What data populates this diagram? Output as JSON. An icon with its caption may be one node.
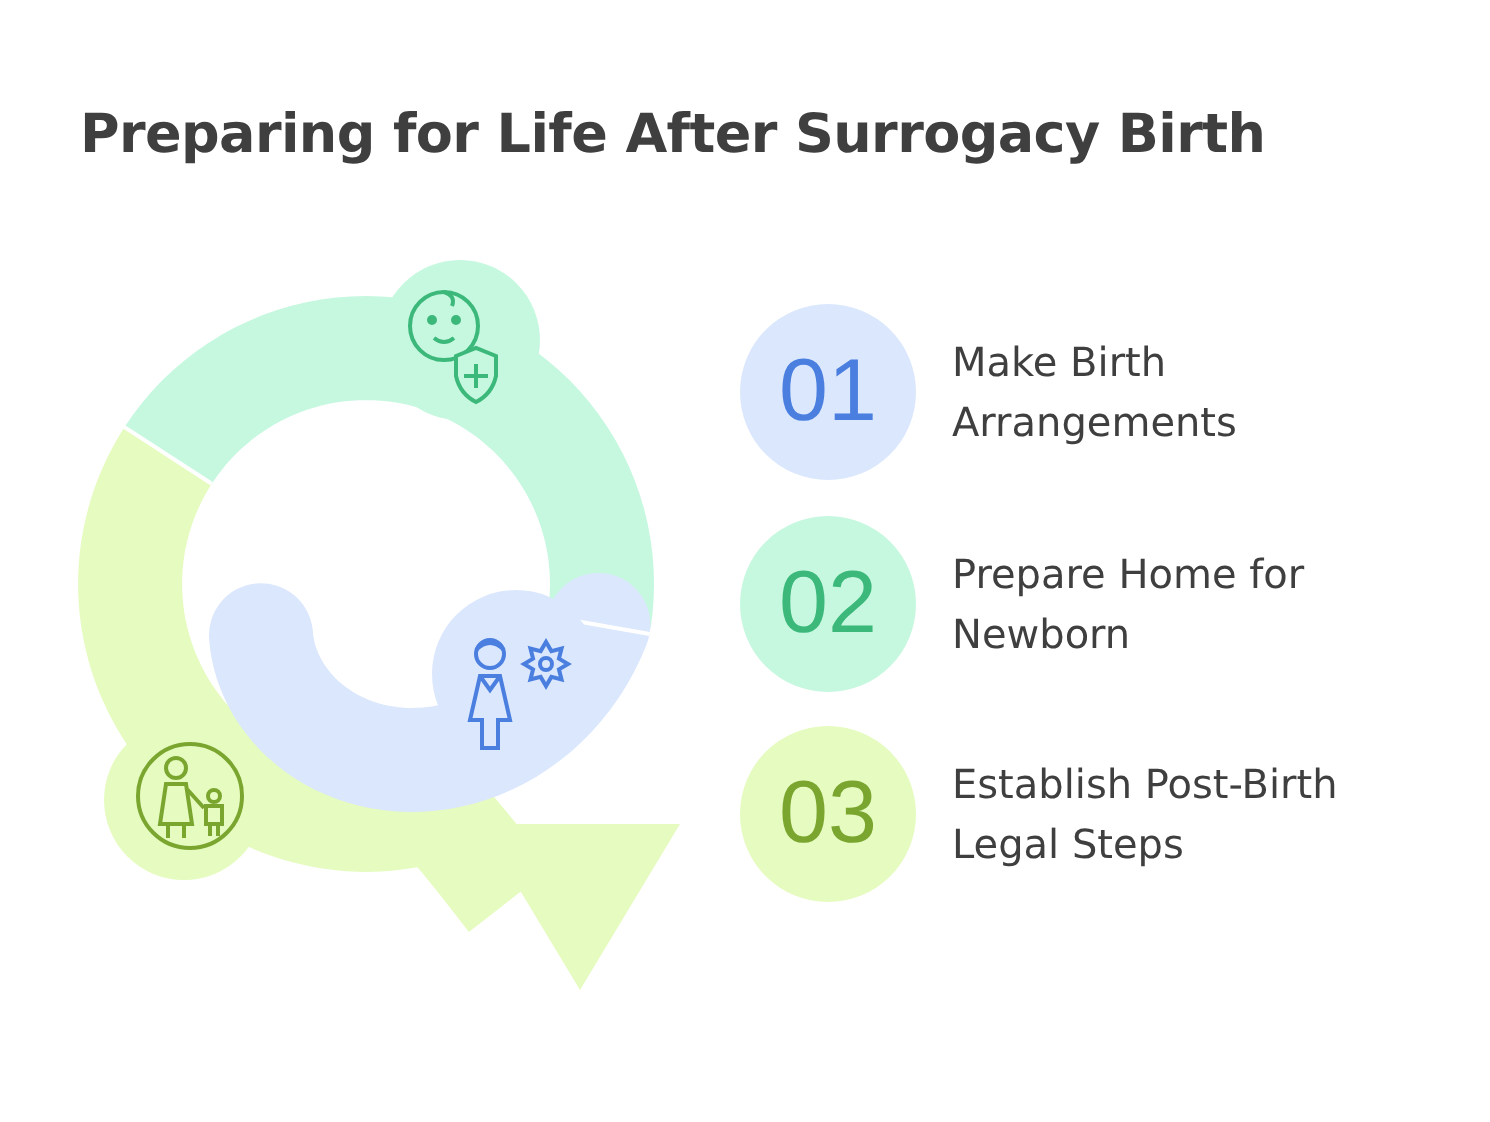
{
  "diagram": {
    "title": "Preparing for Life After Surrogacy Birth",
    "nodes": [
      {
        "text": [
          "01"
        ],
        "beside": [
          "Make Birth Arrangements"
        ]
      },
      {
        "text": [
          "02"
        ],
        "beside": [
          "Prepare Home for Newborn"
        ]
      },
      {
        "text": [
          "03"
        ],
        "beside": [
          "Establish Post-Birth Legal Steps"
        ]
      }
    ]
  }
}
